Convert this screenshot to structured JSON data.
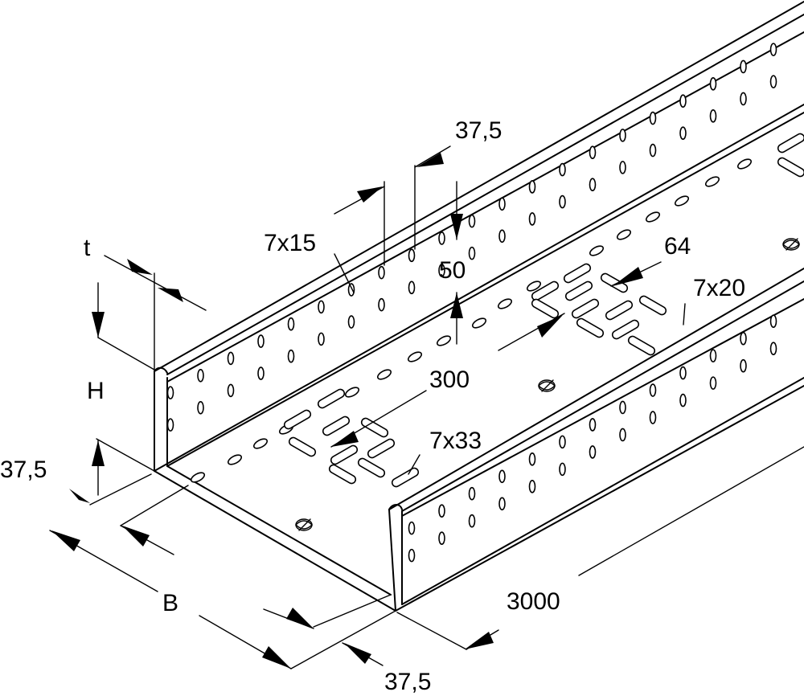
{
  "labels": {
    "t": "t",
    "H": "H",
    "B": "B",
    "d_375_left": "37,5",
    "d_375_top": "37,5",
    "d_375_bottom": "37,5",
    "hole_7x15": "7x15",
    "d_50": "50",
    "d_64": "64",
    "hole_7x20": "7x20",
    "d_300": "300",
    "hole_7x33": "7x33",
    "d_3000": "3000"
  }
}
